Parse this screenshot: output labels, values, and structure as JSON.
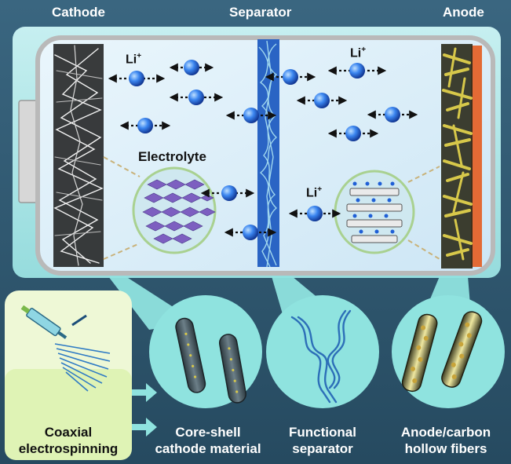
{
  "headers": {
    "cathode": "Cathode",
    "separator": "Separator",
    "anode": "Anode"
  },
  "ion_labels": {
    "left": "Li",
    "right": "Li",
    "center": "Li",
    "superscript": "+"
  },
  "electrolyte_label": "Electrolyte",
  "bottom_labels": {
    "coaxial_line1": "Coaxial",
    "coaxial_line2": "electrospinning",
    "coreshell_line1": "Core-shell",
    "coreshell_line2": "cathode material",
    "functional_line1": "Functional",
    "functional_line2": "separator",
    "anode_line1": "Anode/carbon",
    "anode_line2": "hollow fibers"
  },
  "colors": {
    "background": "#2d5670",
    "battery_frame": "#a9e7e7",
    "battery_inner": "#dbeef9",
    "ion": "#1f5fd6",
    "fiber_yellow": "#d7c84a",
    "separator_blue": "#2a64c4",
    "anode_orange": "#e36a35"
  }
}
